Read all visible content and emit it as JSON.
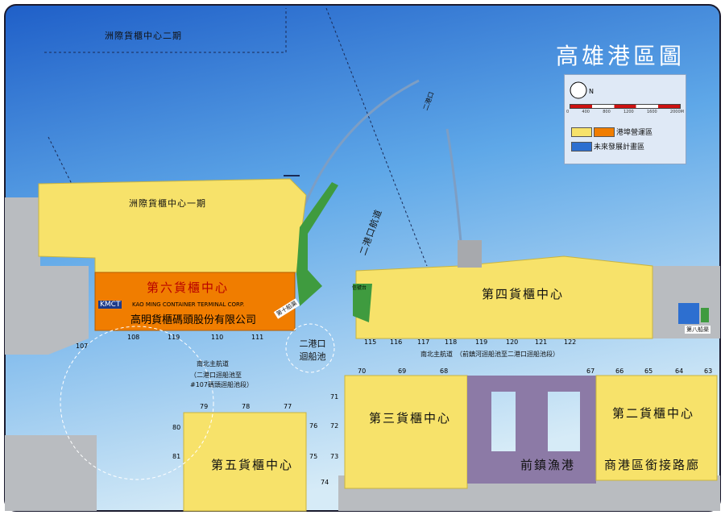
{
  "map": {
    "title": "高雄港區圖",
    "legend": {
      "north_label": "N",
      "scale_ticks": [
        "0",
        "400",
        "800",
        "1200",
        "1600",
        "2000M"
      ],
      "items": [
        {
          "label": "港埠營運區",
          "colors": [
            "#f7e26a",
            "#f07d00"
          ]
        },
        {
          "label": "未來發展計畫區",
          "colors": [
            "#2d6fd0"
          ]
        }
      ]
    },
    "colors": {
      "water_top": "#1f5fc8",
      "water_bottom": "#cfe6f6",
      "operation_zone": "#f7e26a",
      "container_center_6": "#f07d00",
      "fishing_port": "#8c7aa6",
      "land_gray": "#b9bcc0",
      "green_area": "#3f9b3f",
      "frame": "#1a1a2e"
    },
    "labels": {
      "phase2": "洲際貨櫃中心二期",
      "phase1": "洲際貨櫃中心一期",
      "center6": "第六貨櫃中心",
      "kmct_en": "KAO MING CONTAINER TERMINAL CORP.",
      "kmct_zh": "高明貨櫃碼頭股份有限公司",
      "kmct_logo": "KMCT",
      "second_entrance": "二港口",
      "second_channel": "二港口航道",
      "turning_basin": "二港口迴船池",
      "center4": "第四貨櫃中心",
      "center3": "第三貨櫃中心",
      "center2": "第二貨櫃中心",
      "center5": "第五貨櫃中心",
      "fishing_port": "前鎮漁港",
      "commercial": "商港區銜接路廊",
      "ship_canal_10": "第十船渠",
      "ship_canal_8": "第八船渠",
      "signal_station": "信號台",
      "main_channel_upper": "南北主航道　（前鎮河迴船池至二港口迴船池段）",
      "main_channel_left": "南北主航道",
      "main_channel_left_sub": "（二港口迴船池至",
      "main_channel_left_sub2": "#107碼頭迴船池段）"
    },
    "berths": [
      "107",
      "108",
      "119",
      "110",
      "111",
      "115",
      "116",
      "117",
      "118",
      "119",
      "120",
      "121",
      "122",
      "70",
      "69",
      "68",
      "67",
      "66",
      "65",
      "64",
      "63",
      "79",
      "78",
      "77",
      "80",
      "81",
      "71",
      "72",
      "76",
      "75",
      "73",
      "74"
    ]
  }
}
